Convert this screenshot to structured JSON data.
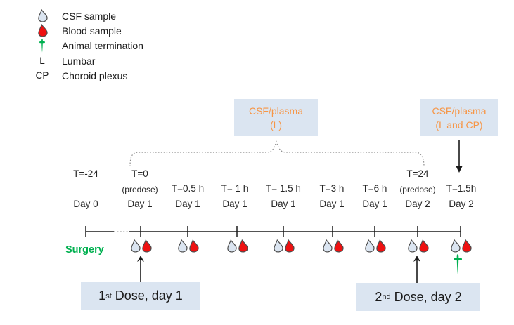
{
  "colors": {
    "callout_bg": "#dbe5f1",
    "callout_text_orange": "#f79646",
    "green": "#00b050",
    "blood_red": "#ee1111",
    "csf_fill": "#dbe5f1",
    "droplet_outline": "#4d4d4d",
    "axis_black": "#1a1a1a",
    "brace_gray": "#8a8a8a"
  },
  "legend": {
    "items": [
      {
        "label": "CSF sample"
      },
      {
        "label": "Blood sample"
      },
      {
        "label": "Animal termination"
      },
      {
        "abbr": "L",
        "label": "Lumbar"
      },
      {
        "abbr": "CP",
        "label": "Choroid plexus"
      }
    ]
  },
  "callouts": {
    "left_box": {
      "line1": "CSF/plasma",
      "line2": "(L)"
    },
    "right_box": {
      "line1": "CSF/plasma",
      "line2": "(L and CP)"
    }
  },
  "timeline": {
    "surgery_label": "Surgery",
    "points": [
      {
        "t_top": "T=-24",
        "t_mid": "",
        "day": "Day 0"
      },
      {
        "t_top": "T=0",
        "t_mid": "(predose)",
        "day": "Day 1"
      },
      {
        "t_top": "",
        "t_mid": "T=0.5 h",
        "day": "Day 1"
      },
      {
        "t_top": "",
        "t_mid": "T= 1 h",
        "day": "Day 1"
      },
      {
        "t_top": "",
        "t_mid": "T= 1.5 h",
        "day": "Day 1"
      },
      {
        "t_top": "",
        "t_mid": "T=3 h",
        "day": "Day 1"
      },
      {
        "t_top": "",
        "t_mid": "T=6 h",
        "day": "Day 1"
      },
      {
        "t_top": "T=24",
        "t_mid": "(predose)",
        "day": "Day 2"
      },
      {
        "t_top": "",
        "t_mid": "T=1.5h",
        "day": "Day 2"
      }
    ]
  },
  "doses": {
    "first": {
      "num": "1",
      "sup": "st",
      "text": " Dose, day 1"
    },
    "second": {
      "num": "2",
      "sup": "nd",
      "text": " Dose, day 2"
    }
  }
}
